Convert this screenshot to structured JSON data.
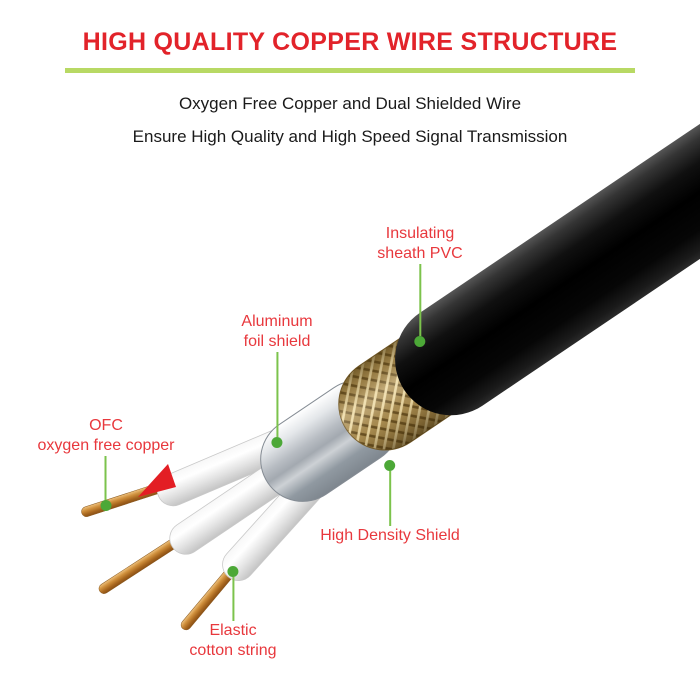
{
  "header": {
    "title": "HIGH QUALITY COPPER WIRE STRUCTURE",
    "subtitle_line1": "Oxygen Free Copper and Dual Shielded Wire",
    "subtitle_line2": "Ensure High Quality and High Speed Signal Transmission"
  },
  "callouts": {
    "insulating_sheath": {
      "line1": "Insulating",
      "line2": "sheath PVC"
    },
    "aluminum_foil": {
      "line1": "Aluminum",
      "line2": "foil shield"
    },
    "ofc": {
      "line1": "OFC",
      "line2": "oxygen free copper"
    },
    "high_density_shield": {
      "line1": "High Density Shield"
    },
    "elastic_cotton": {
      "line1": "Elastic",
      "line2": "cotton string"
    }
  },
  "colors": {
    "title_red": "#e2232a",
    "underline_green": "#b8d964",
    "label_red": "#e8383d",
    "leader_green": "#7cc34c",
    "dot_green": "#4ca837",
    "sheath_black": "#0a0a0a",
    "braid_gold": "#ab8e52",
    "foil_silver": "#b7bcc2",
    "cotton_white": "#f2f2f2",
    "copper": "#b5793a"
  }
}
